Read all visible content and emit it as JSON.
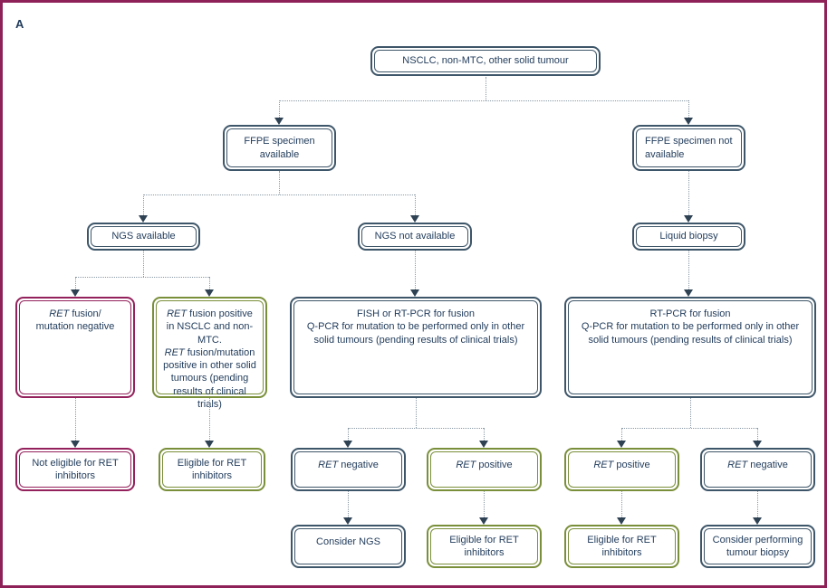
{
  "panel_label": "A",
  "colors": {
    "frame_border": "#8e2158",
    "slate_box": "#3e5669",
    "green_box": "#7a8f3a",
    "maroon_box": "#93215c",
    "text": "#1f3a5a",
    "connector_dots": "#8b9aa6",
    "arrowhead": "#2e4254"
  },
  "nodes": {
    "root": {
      "parts": [
        {
          "t": "NSCLC, non-MTC, other solid tumour"
        }
      ]
    },
    "ffpe_available": {
      "parts": [
        {
          "t": "FFPE specimen\navailable"
        }
      ]
    },
    "ffpe_not_available": {
      "parts": [
        {
          "t": "FFPE specimen not\navailable"
        }
      ]
    },
    "ngs_available": {
      "parts": [
        {
          "t": "NGS available"
        }
      ]
    },
    "ngs_not_available": {
      "parts": [
        {
          "t": "NGS not available"
        }
      ]
    },
    "liquid_biopsy": {
      "parts": [
        {
          "t": "Liquid biopsy"
        }
      ]
    },
    "ret_fusion_mutation_negative": {
      "parts": [
        {
          "t": "RET",
          "i": true
        },
        {
          "t": " fusion/\nmutation negative"
        }
      ]
    },
    "ret_fusion_positive": {
      "parts": [
        {
          "t": "RET",
          "i": true
        },
        {
          "t": " fusion positive\nin NSCLC and non-MTC.\n"
        },
        {
          "t": "RET",
          "i": true
        },
        {
          "t": " fusion/mutation\npositive in other solid\ntumours (pending\nresults of clinical trials)"
        }
      ]
    },
    "fish_rtpcr": {
      "parts": [
        {
          "t": "FISH or RT-PCR for fusion\nQ-PCR for mutation to be performed only in other\nsolid tumours (pending results of clinical trials)"
        }
      ]
    },
    "rtpcr": {
      "parts": [
        {
          "t": "RT-PCR for fusion\nQ-PCR for mutation to be performed only in other\nsolid tumours (pending results of clinical trials)"
        }
      ]
    },
    "not_eligible": {
      "parts": [
        {
          "t": "Not eligible for RET\ninhibitors"
        }
      ]
    },
    "eligible_1": {
      "parts": [
        {
          "t": "Eligible for RET\ninhibitors"
        }
      ]
    },
    "ret_negative_1": {
      "parts": [
        {
          "t": "RET",
          "i": true
        },
        {
          "t": " negative"
        }
      ]
    },
    "ret_positive_1": {
      "parts": [
        {
          "t": "RET",
          "i": true
        },
        {
          "t": " positive"
        }
      ]
    },
    "ret_positive_2": {
      "parts": [
        {
          "t": "RET",
          "i": true
        },
        {
          "t": " positive"
        }
      ]
    },
    "ret_negative_2": {
      "parts": [
        {
          "t": "RET",
          "i": true
        },
        {
          "t": " negative"
        }
      ]
    },
    "consider_ngs": {
      "parts": [
        {
          "t": "Consider NGS"
        }
      ]
    },
    "eligible_2": {
      "parts": [
        {
          "t": "Eligible for RET\ninhibitors"
        }
      ]
    },
    "eligible_3": {
      "parts": [
        {
          "t": "Eligible for RET\ninhibitors"
        }
      ]
    },
    "consider_tumour_biopsy": {
      "parts": [
        {
          "t": "Consider performing\ntumour biopsy"
        }
      ]
    }
  }
}
